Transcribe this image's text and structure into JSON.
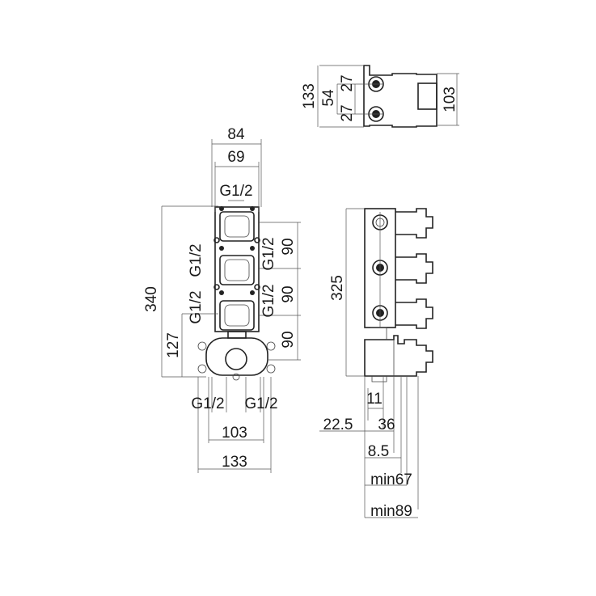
{
  "top_view": {
    "overall_height": "133",
    "port_spacing": "54",
    "half_upper": "27",
    "half_lower": "27",
    "depth": "103"
  },
  "front_view": {
    "width_outer": "84",
    "width_inner": "69",
    "thread_top": "G1/2",
    "total_height": "340",
    "outlet_height": "127",
    "thread_left_1": "G1/2",
    "thread_left_2": "G1/2",
    "thread_right_1": "G1/2",
    "thread_right_2": "G1/2",
    "pitch_1": "90",
    "pitch_2": "90",
    "pitch_3": "90",
    "thread_bottom_left": "G1/2",
    "thread_bottom_right": "G1/2",
    "base_inner": "103",
    "base_outer": "133"
  },
  "side_view": {
    "height": "325",
    "d11": "11",
    "d22_5": "22.5",
    "d36": "36",
    "d8_5": "8.5",
    "min67": "min67",
    "min89": "min89"
  }
}
